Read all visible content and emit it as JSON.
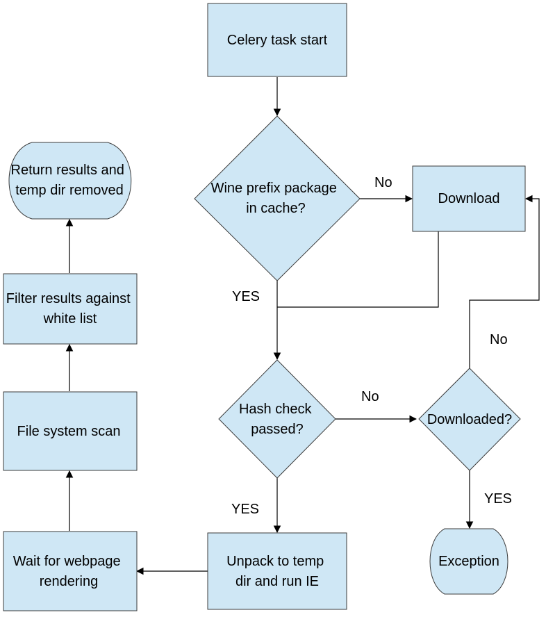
{
  "colors": {
    "node_fill": "#cfe7f5",
    "node_stroke": "#3b3b3b",
    "edge": "#000000",
    "text": "#000000"
  },
  "nodes": {
    "celery_start": {
      "lines": [
        "Celery task start"
      ]
    },
    "wine_cache_decision": {
      "lines": [
        "Wine prefix package",
        "in cache?"
      ]
    },
    "download": {
      "lines": [
        "Download"
      ]
    },
    "hash_check_decision": {
      "lines": [
        "Hash check",
        "passed?"
      ]
    },
    "downloaded_decision": {
      "lines": [
        "Downloaded?"
      ]
    },
    "exception": {
      "lines": [
        "Exception"
      ]
    },
    "unpack": {
      "lines": [
        "Unpack to temp",
        "dir and run IE"
      ]
    },
    "wait_render": {
      "lines": [
        "Wait for webpage",
        "rendering"
      ]
    },
    "fs_scan": {
      "lines": [
        "File system scan"
      ]
    },
    "filter_whitelist": {
      "lines": [
        "Filter results against",
        "white list"
      ]
    },
    "return_results": {
      "lines": [
        "Return results and",
        "temp dir removed"
      ]
    }
  },
  "edge_labels": {
    "wine_no": "No",
    "wine_yes": "YES",
    "hash_no": "No",
    "hash_yes": "YES",
    "downloaded_no": "No",
    "downloaded_yes": "YES"
  }
}
